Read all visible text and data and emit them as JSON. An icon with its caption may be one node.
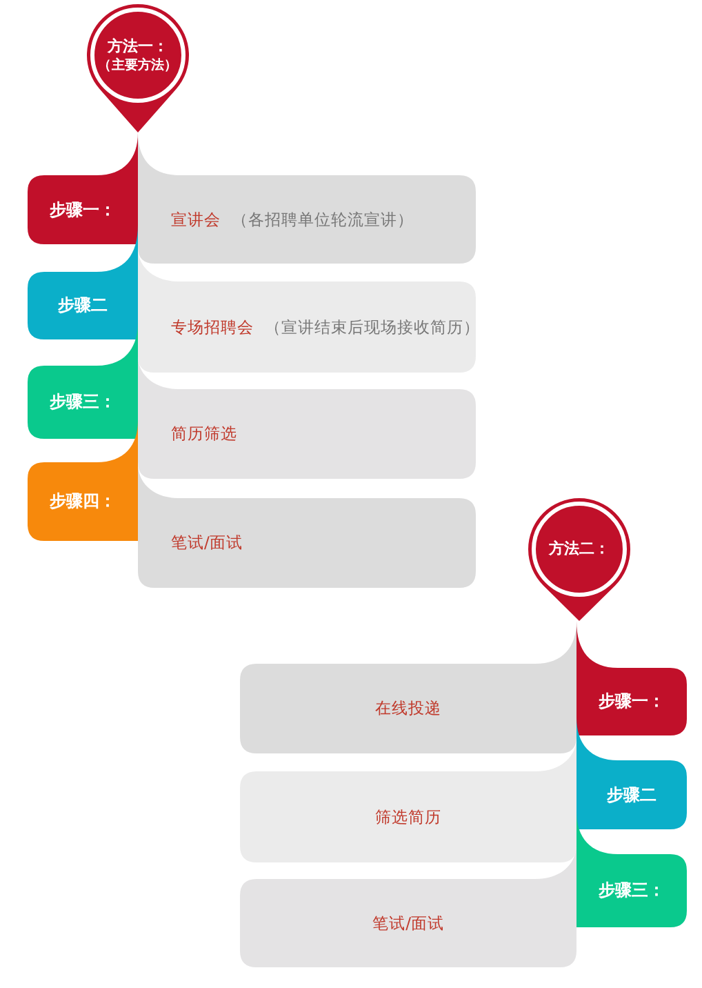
{
  "diagram": {
    "nodes": [
      {
        "text": [
          "方法一：",
          "（主要方法）"
        ]
      },
      {
        "text": [
          "步骤一："
        ]
      },
      {
        "text": [
          "宣讲会",
          "（各招聘单位轮流宣讲）"
        ]
      },
      {
        "text": [
          "步骤二"
        ]
      },
      {
        "text": [
          "专场招聘会",
          "（宣讲结束后现场接收简历）"
        ]
      },
      {
        "text": [
          "步骤三："
        ]
      },
      {
        "text": [
          "简历筛选"
        ]
      },
      {
        "text": [
          "步骤四："
        ]
      },
      {
        "text": [
          "笔试/面试"
        ]
      },
      {
        "text": [
          "方法二："
        ]
      },
      {
        "text": [
          "在线投递"
        ]
      },
      {
        "text": [
          "步骤一："
        ]
      },
      {
        "text": [
          "筛选简历"
        ]
      },
      {
        "text": [
          "步骤二"
        ]
      },
      {
        "text": [
          "笔试/面试"
        ]
      },
      {
        "text": [
          "步骤三："
        ]
      }
    ]
  }
}
